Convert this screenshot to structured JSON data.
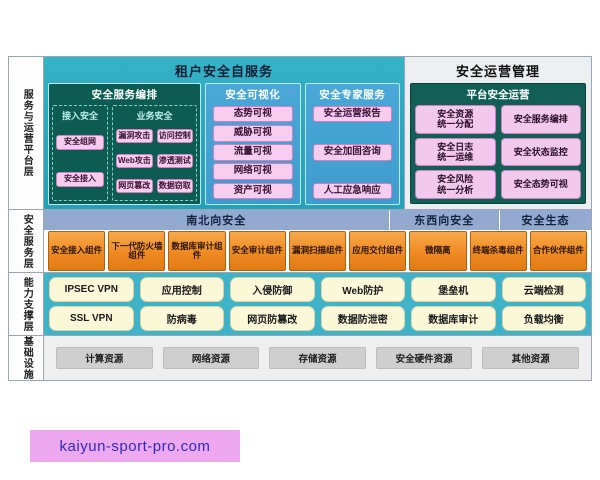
{
  "layers": {
    "platform": {
      "label": "服务与运营平台层",
      "tenant": {
        "title": "租户安全自服务",
        "orchestration": {
          "title": "安全服务编排",
          "access": {
            "title": "接入安全",
            "items": [
              "安全组网",
              "安全接入"
            ]
          },
          "business": {
            "title": "业务安全",
            "items": [
              "漏洞攻击",
              "访问控制",
              "Web攻击",
              "渗透测试",
              "网页篡改",
              "数据窃取"
            ]
          }
        },
        "visualization": {
          "title": "安全可视化",
          "items": [
            "态势可视",
            "威胁可视",
            "流量可视",
            "网络可视",
            "资产可视"
          ]
        },
        "expert": {
          "title": "安全专家服务",
          "items": [
            "安全运营报告",
            "安全加固咨询",
            "人工应急响应"
          ]
        }
      },
      "operations": {
        "title": "安全运营管理",
        "box_title": "平台安全运营",
        "items": [
          "安全资源\n统一分配",
          "安全服务编排",
          "安全日志\n统一运维",
          "安全状态监控",
          "安全风险\n统一分析",
          "安全态势可视"
        ]
      }
    },
    "service": {
      "label": "安全服务层",
      "zones": [
        "南北向安全",
        "东西向安全",
        "安全生态"
      ],
      "components": [
        "安全接入组件",
        "下一代防火墙组件",
        "数据库审计组件",
        "安全审计组件",
        "漏洞扫描组件",
        "应用交付组件",
        "微隔离",
        "终端杀毒组件",
        "合作伙伴组件"
      ]
    },
    "capability": {
      "label": "能力支撑层",
      "row1": [
        "IPSEC VPN",
        "应用控制",
        "入侵防御",
        "Web防护",
        "堡垒机",
        "云端检测"
      ],
      "row2": [
        "SSL VPN",
        "防病毒",
        "网页防篡改",
        "数据防泄密",
        "数据库审计",
        "负载均衡"
      ]
    },
    "infrastructure": {
      "label": "基础设施",
      "items": [
        "计算资源",
        "网络资源",
        "存储资源",
        "安全硬件资源",
        "其他资源"
      ]
    }
  },
  "watermark": {
    "text": "kaiyun-sport-pro.com"
  },
  "colors": {
    "tenant_bg": "#2ca7bd",
    "orchestration_bg": "#0d5c54",
    "visual_bg": "#4aa7d8",
    "chip_pink": "#f6cdef",
    "zone_bar": "#92aacf",
    "component_orange": "#ef8a22",
    "capability_bg": "#3fb3c9",
    "capability_chip": "#fbf8d8",
    "infra_chip": "#cfcfcf",
    "watermark_bg": "#eda8f0"
  }
}
